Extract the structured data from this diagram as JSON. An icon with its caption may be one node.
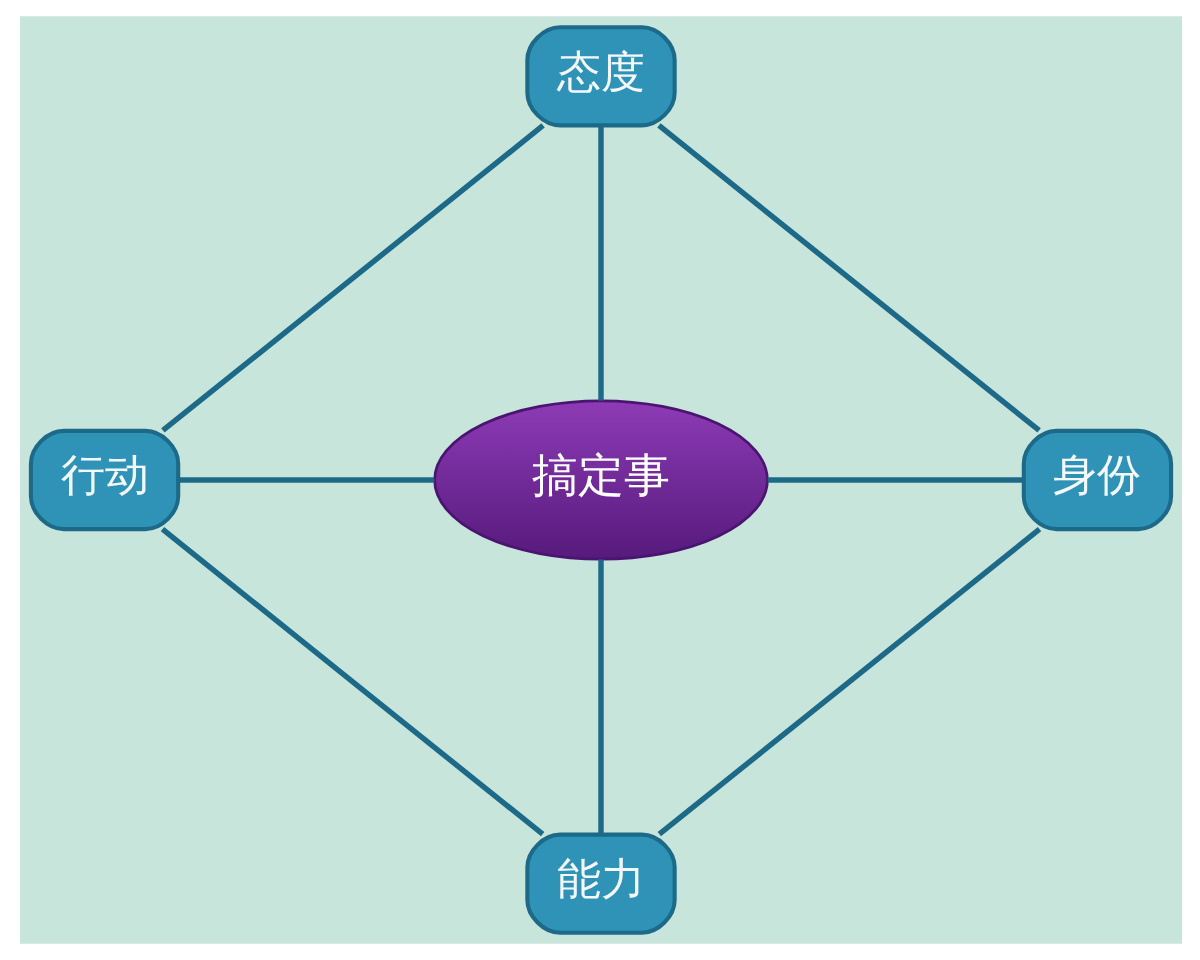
{
  "diagram": {
    "nodes": [
      {
        "text": [
          "态度"
        ]
      },
      {
        "text": [
          "行动"
        ]
      },
      {
        "text": [
          "搞定事"
        ]
      },
      {
        "text": [
          "身份"
        ]
      },
      {
        "text": [
          "能力"
        ]
      }
    ],
    "edges": [
      {
        "from": 0,
        "to": 2,
        "arrow": "none"
      },
      {
        "from": 1,
        "to": 2,
        "arrow": "none"
      },
      {
        "from": 2,
        "to": 3,
        "arrow": "none"
      },
      {
        "from": 2,
        "to": 4,
        "arrow": "none"
      },
      {
        "from": 0,
        "to": 1,
        "arrow": "none"
      },
      {
        "from": 0,
        "to": 3,
        "arrow": "none"
      },
      {
        "from": 1,
        "to": 4,
        "arrow": "none"
      },
      {
        "from": 3,
        "to": 4,
        "arrow": "none"
      }
    ]
  }
}
